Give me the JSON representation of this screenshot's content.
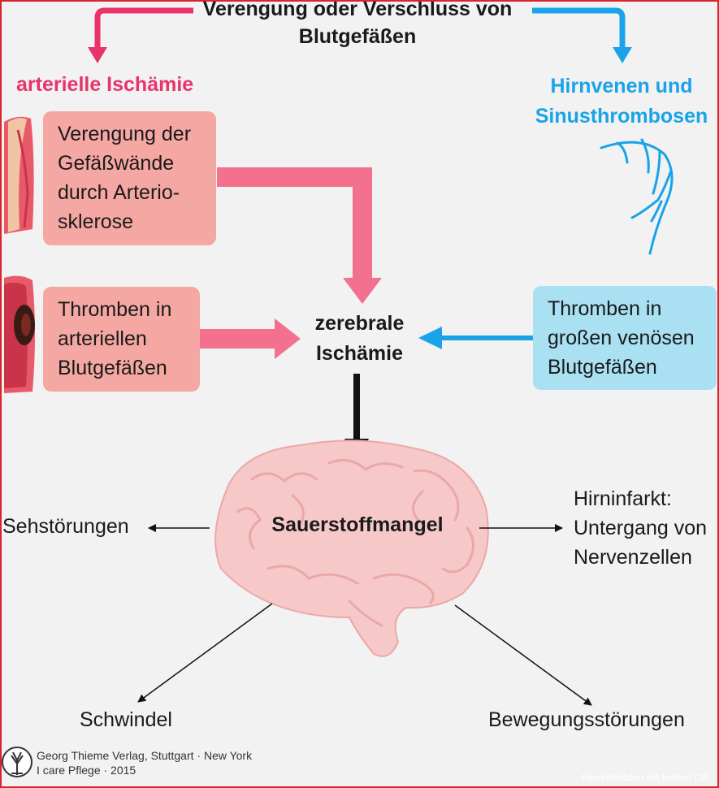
{
  "title": [
    "Verengung oder Verschluss von",
    "Blutgefäßen"
  ],
  "left_heading": "arterielle Ischämie",
  "right_heading": [
    "Hirnvenen und",
    "Sinusthrombosen"
  ],
  "box_stenosis": [
    "Verengung der",
    "Gefäßwände",
    "durch Arterio-",
    "sklerose"
  ],
  "box_arterial_thrombus": [
    "Thromben in",
    "arteriellen",
    "Blutgefäßen"
  ],
  "box_venous_thrombus": [
    "Thromben in",
    "großen venösen",
    "Blutgefäßen"
  ],
  "center": [
    "zerebrale",
    "Ischämie"
  ],
  "brain_label": "Sauerstoffmangel",
  "symptoms": {
    "left": "Sehstörungen",
    "right": [
      "Hirninfarkt:",
      "Untergang von",
      "Nervenzellen"
    ],
    "bottom_left": "Schwindel",
    "bottom_right": "Bewegungsstörungen"
  },
  "footer": [
    "Georg Thieme Verlag, Stuttgart · New York",
    "I care Pflege · 2015"
  ],
  "watermark": "Herunterladen mit besten CP",
  "colors": {
    "pink": "#e8336b",
    "pink_arrow": "#f4708f",
    "pink_box": "#f5a7a3",
    "blue": "#1aa3e8",
    "blue_box": "#a9e0f2",
    "brain": "#f7c8c8"
  },
  "icons": [
    "narrowed-artery-icon",
    "thrombus-artery-icon",
    "vein-icon",
    "brain-icon",
    "thieme-tree-logo-icon"
  ]
}
